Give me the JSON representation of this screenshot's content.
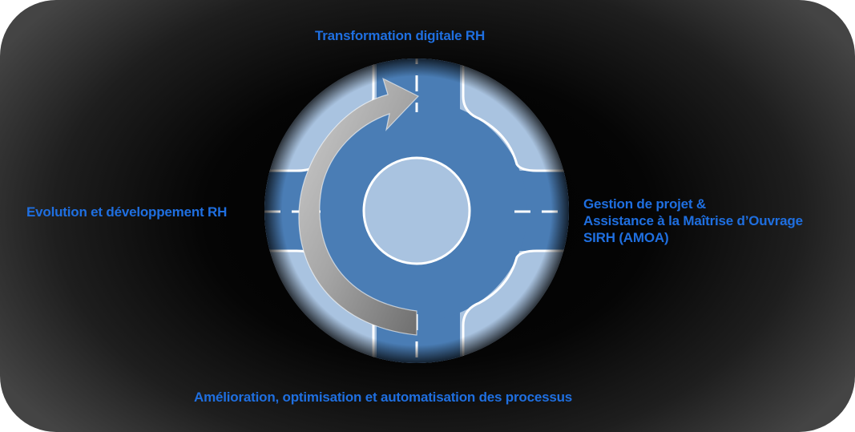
{
  "labels": {
    "top": "Transformation digitale RH",
    "left": "Evolution et développement RH",
    "right_line1": "Gestion de projet &",
    "right_line2": "Assistance à la Maîtrise d’Ouvrage",
    "right_line3": "SIRH (AMOA)",
    "bottom": "Amélioration, optimisation et automatisation des processus"
  },
  "colors": {
    "text": "#1f6fe0",
    "road": "#4a7db5",
    "grass": "#a9c3e0",
    "lines": "#ffffff",
    "arrow": "#9a9a9a"
  },
  "icons": {
    "arrow": "curved-arrow-icon"
  }
}
